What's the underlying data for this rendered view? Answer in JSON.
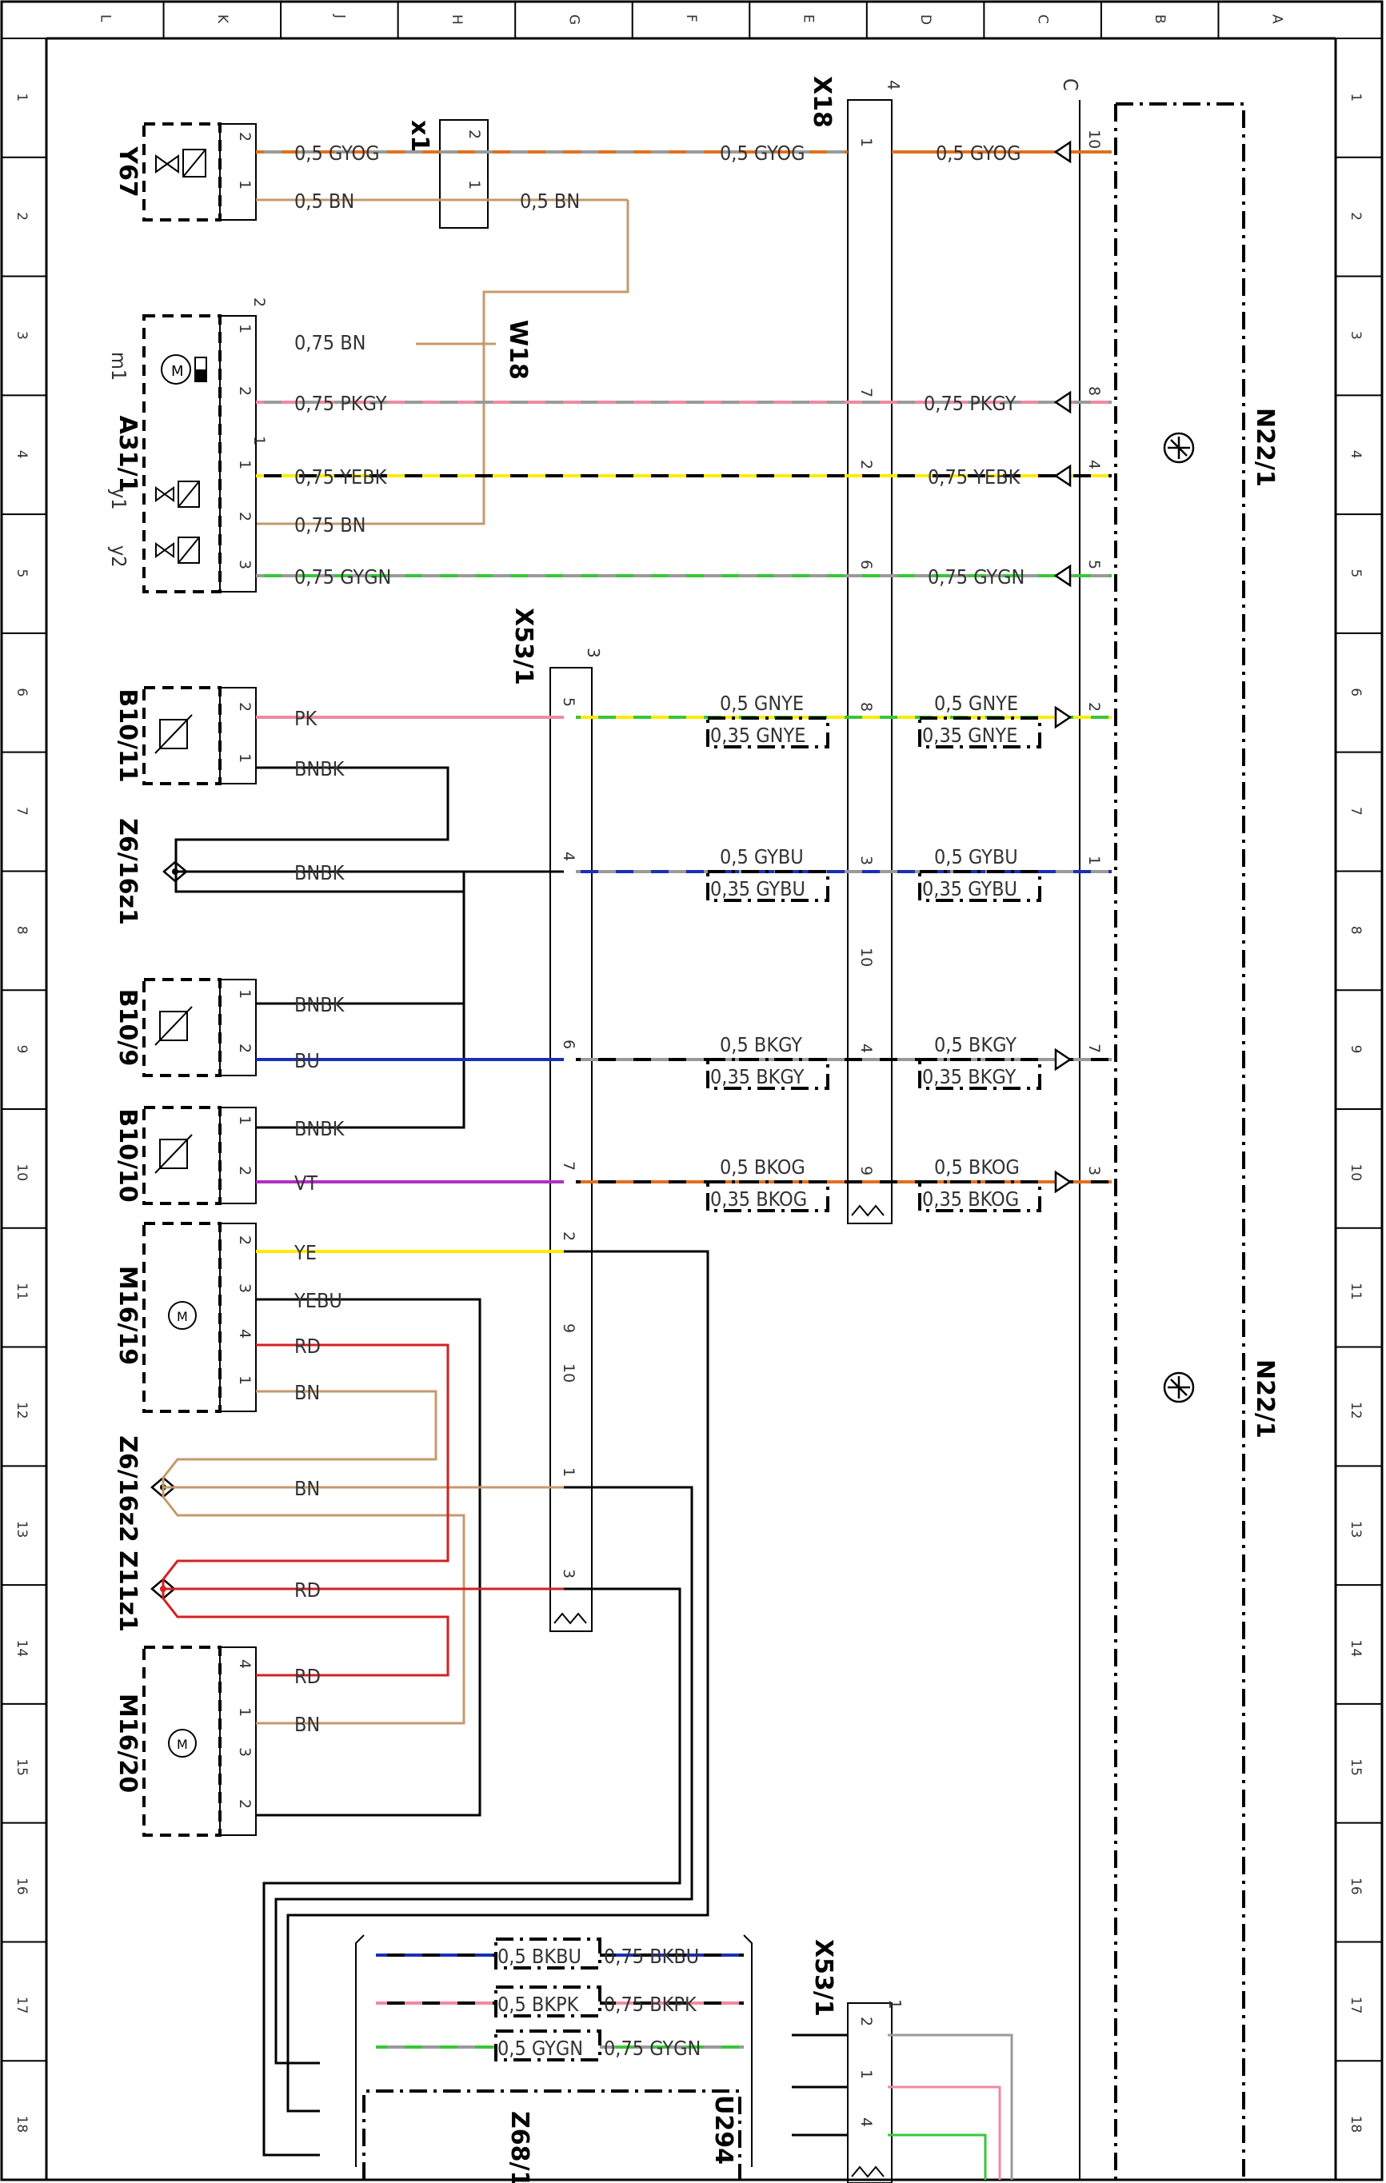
{
  "grid": {
    "columns": [
      "L",
      "K",
      "J",
      "H",
      "G",
      "F",
      "E",
      "D",
      "C",
      "B",
      "A"
    ],
    "rows": [
      "1",
      "2",
      "3",
      "4",
      "5",
      "6",
      "7",
      "8",
      "9",
      "10",
      "11",
      "12",
      "13",
      "14",
      "15",
      "16",
      "17",
      "18"
    ]
  },
  "components": {
    "y67": "Y67",
    "x1": "x1",
    "x18": "X18",
    "x18_count": "4",
    "c_label": "C",
    "w18": "W18",
    "a31": "A31/1",
    "m1": "m1",
    "y1": "y1",
    "y2": "y2",
    "a31_two": "2",
    "a31_one": "1",
    "n22_top": "N22/1",
    "n22_bottom": "N22/1",
    "x53_top": "X53/1",
    "x53_top_count": "3",
    "b10_11": "B10/11",
    "z6_16z1": "Z6/16z1",
    "b10_9": "B10/9",
    "b10_10": "B10/10",
    "m16_19": "M16/19",
    "z6_16z2": "Z6/16z2",
    "z11z1": "Z11z1",
    "m16_20": "M16/20",
    "x53_bottom": "X53/1",
    "x53_bottom_count": "1",
    "z68": "Z68/1",
    "u294": "U294"
  },
  "wires": {
    "y67_1": "0,5 GYOG",
    "y67_2": "0,5 BN",
    "x1_out_2": "0,5 GYOG",
    "x1_out_1": "0,5 BN",
    "n22_gyog": "0,5 GYOG",
    "a31_bn1": "0,75 BN",
    "a31_pkgy": "0,75 PKGY",
    "a31_yebk": "0,75 YEBK",
    "a31_bn2": "0,75 BN",
    "a31_gygn": "0,75 GYGN",
    "n22_pkgy": "0,75 PKGY",
    "n22_yebk": "0,75 YEBK",
    "n22_gygn": "0,75 GYGN",
    "b10_11_pk": "PK",
    "b10_11_bnbk": "BNBK",
    "z6_bnbk": "BNBK",
    "b10_9_bnbk": "BNBK",
    "b10_9_bu": "BU",
    "b10_10_bnbk": "BNBK",
    "b10_10_vt": "VT",
    "m16_19_ye": "YE",
    "m16_19_yebu": "YEBU",
    "m16_19_rd": "RD",
    "m16_19_bn": "BN",
    "z6_16z2_bn": "BN",
    "z11_rd": "RD",
    "m16_20_rd": "RD",
    "m16_20_bn": "BN",
    "gnye_a": "0,5 GNYE",
    "gnye_b": "0,35 GNYE",
    "gnye_c": "0,5 GNYE",
    "gnye_d": "0,35 GNYE",
    "gybu_a": "0,5 GYBU",
    "gybu_b": "0,35 GYBU",
    "gybu_c": "0,5 GYBU",
    "gybu_d": "0,35 GYBU",
    "bkgy_a": "0,5 BKGY",
    "bkgy_b": "0,35 BKGY",
    "bkgy_c": "0,5 BKGY",
    "bkgy_d": "0,35 BKGY",
    "bkog_a": "0,5 BKOG",
    "bkog_b": "0,35 BKOG",
    "bkog_c": "0,5 BKOG",
    "bkog_d": "0,35 BKOG",
    "bkbu_a": "0,5 BKBU",
    "bkbu_b": "0,75 BKBU",
    "bkpk_a": "0,5 BKPK",
    "bkpk_b": "0,75 BKPK",
    "gygn_a": "0,5 GYGN",
    "gygn_b": "0,75 GYGN"
  },
  "pins": {
    "y67_2": "2",
    "y67_1": "1",
    "x1_2": "2",
    "x1_1": "1",
    "x18_1": "1",
    "x18_7": "7",
    "x18_2": "2",
    "x18_6": "6",
    "x18_8": "8",
    "x18_3": "3",
    "x18_10": "10",
    "x18_4": "4",
    "x18_9": "9",
    "n22_10": "10",
    "n22_8": "8",
    "n22_4": "4",
    "n22_5": "5",
    "n22_2": "2",
    "n22_1": "1",
    "n22_7": "7",
    "n22_3": "3",
    "a31_1a": "1",
    "a31_2a": "2",
    "a31_1b": "1",
    "a31_2b": "2",
    "a31_3": "3",
    "b11_2": "2",
    "b11_1": "1",
    "b9_1": "1",
    "b9_2": "2",
    "b10_1": "1",
    "b10_2": "2",
    "m19_2": "2",
    "m19_3": "3",
    "m19_4": "4",
    "m19_1": "1",
    "m20_4": "4",
    "m20_1": "1",
    "m20_3": "3",
    "m20_2": "2",
    "x53_5": "5",
    "x53_4": "4",
    "x53_6": "6",
    "x53_7": "7",
    "x53_2": "2",
    "x53_9": "9",
    "x53_10": "10",
    "x53_1": "1",
    "x53_3": "3",
    "x53b_2": "2",
    "x53b_1": "1",
    "x53b_4": "4"
  },
  "colors": {
    "orange": "#e07020",
    "gray": "#9a9a9a",
    "brown": "#c49a6c",
    "pink": "#f08aa0",
    "yellow": "#ffeb00",
    "green": "#39c639",
    "blue": "#1a2fb5",
    "red": "#d42020",
    "violet": "#b030c0",
    "black": "#000000"
  }
}
